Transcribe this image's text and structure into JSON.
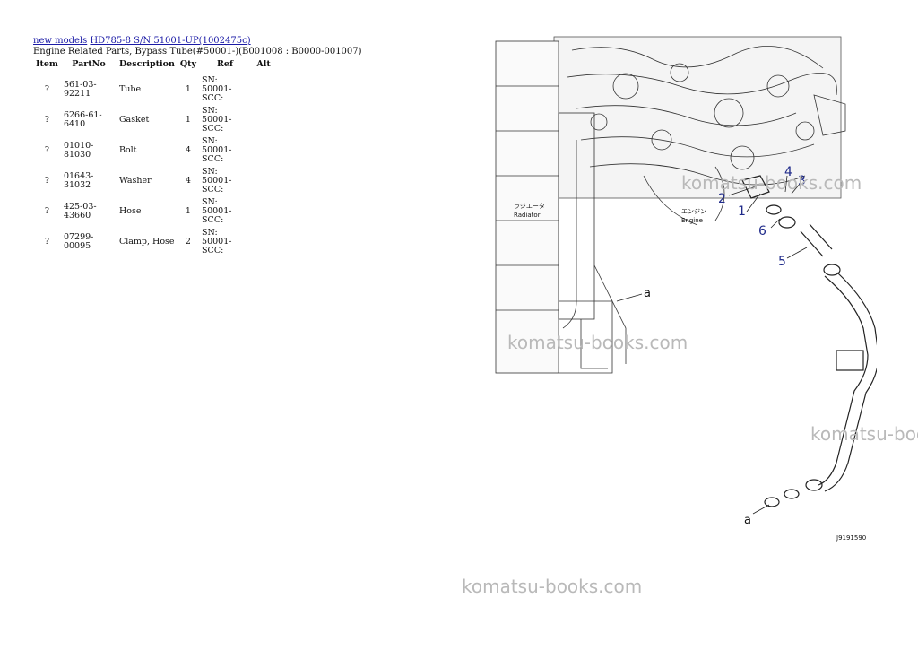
{
  "breadcrumb": {
    "link1": "new models",
    "link2": "HD785-8 S/N 51001-UP(1002475c)"
  },
  "subtitle": "Engine Related Parts, Bypass Tube(#50001-)(B001008 : B0000-001007)",
  "table": {
    "headers": [
      "Item",
      "PartNo",
      "Description",
      "Qty",
      "Ref",
      "Alt"
    ],
    "rows": [
      {
        "item": "?",
        "part": "561-03-92211",
        "desc": "Tube",
        "qty": "1",
        "ref": "SN: 50001-SCC:",
        "alt": ""
      },
      {
        "item": "?",
        "part": "6266-61-6410",
        "desc": "Gasket",
        "qty": "1",
        "ref": "SN: 50001-SCC:",
        "alt": ""
      },
      {
        "item": "?",
        "part": "01010-81030",
        "desc": "Bolt",
        "qty": "4",
        "ref": "SN: 50001-SCC:",
        "alt": ""
      },
      {
        "item": "?",
        "part": "01643-31032",
        "desc": "Washer",
        "qty": "4",
        "ref": "SN: 50001-SCC:",
        "alt": ""
      },
      {
        "item": "?",
        "part": "425-03-43660",
        "desc": "Hose",
        "qty": "1",
        "ref": "SN: 50001-SCC:",
        "alt": ""
      },
      {
        "item": "?",
        "part": "07299-00095",
        "desc": "Clamp, Hose",
        "qty": "2",
        "ref": "SN: 50001-SCC:",
        "alt": ""
      }
    ]
  },
  "diagram": {
    "callouts": [
      "1",
      "2",
      "3",
      "4",
      "5",
      "6"
    ],
    "label_a": "a",
    "radiator_jp": "ラジエータ",
    "radiator_en": "Radiator",
    "engine_jp": "エンジン",
    "engine_en": "Engine",
    "code": "J9191590",
    "callout_color": "#1f2a8a"
  },
  "watermark": "komatsu-books.com"
}
